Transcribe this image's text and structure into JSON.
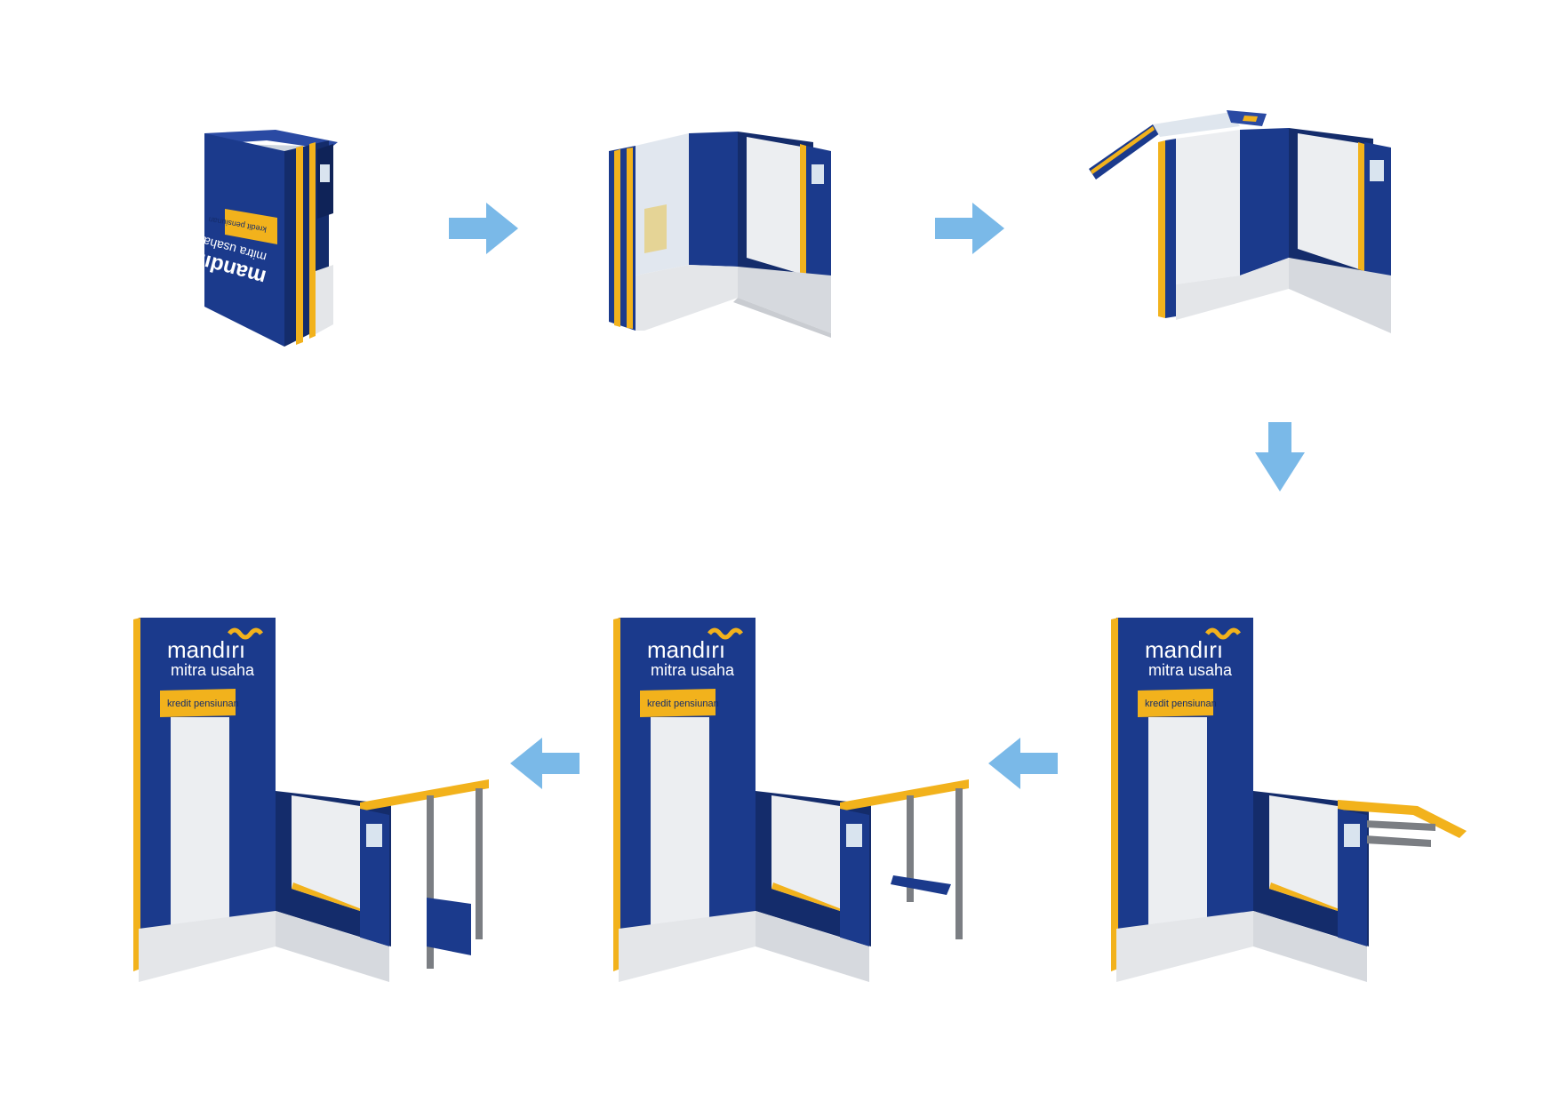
{
  "colors": {
    "navy": "#1b3a8c",
    "navy_dark": "#142c6b",
    "navy_side": "#0f2358",
    "gold": "#f2b21c",
    "gold_dark": "#c98c0a",
    "panel": "#eceef1",
    "panel_shade": "#d6d9de",
    "glass": "#dfe6ee",
    "base": "#e4e6e9",
    "base_shade": "#c9ccd1",
    "frame": "#7b7e83",
    "arrow": "#7ab9e8"
  },
  "brand": {
    "name": "mandırı",
    "tagline": "mitra usaha",
    "banner": "kredit pensiunan"
  },
  "steps": [
    {
      "step": 1,
      "state": "folded-box"
    },
    {
      "step": 2,
      "state": "walls-opened"
    },
    {
      "step": 3,
      "state": "top-panel-unfolding"
    },
    {
      "step": 4,
      "state": "canopy-extended"
    },
    {
      "step": 5,
      "state": "frame-deployed-panel-folded"
    },
    {
      "step": 6,
      "state": "fully-deployed"
    }
  ],
  "arrows": [
    {
      "from": 1,
      "to": 2,
      "direction": "right"
    },
    {
      "from": 2,
      "to": 3,
      "direction": "right"
    },
    {
      "from": 3,
      "to": 4,
      "direction": "down"
    },
    {
      "from": 4,
      "to": 5,
      "direction": "left"
    },
    {
      "from": 5,
      "to": 6,
      "direction": "left"
    }
  ]
}
